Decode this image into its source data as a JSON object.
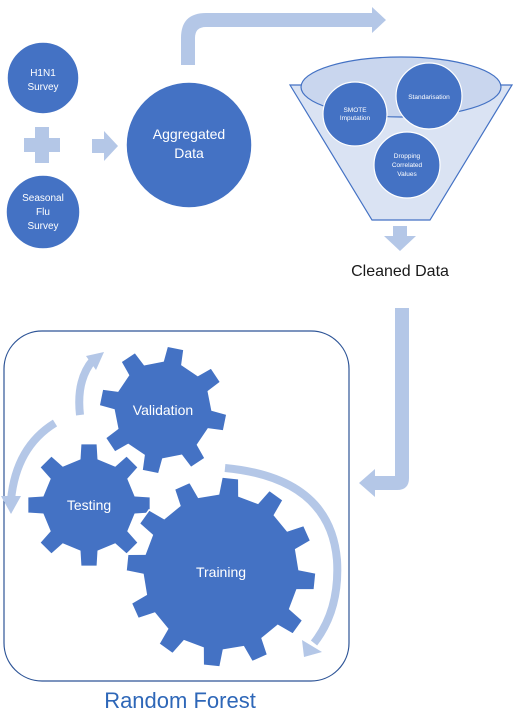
{
  "diagram": {
    "sources": {
      "h1n1": [
        "H1N1",
        "Survey"
      ],
      "seasonal": [
        "Seasonal",
        "Flu",
        "Survey"
      ]
    },
    "aggregated": [
      "Aggregated",
      "Data"
    ],
    "funnel": {
      "smote": [
        "SMOTE",
        "Imputation"
      ],
      "standardisation": "Standarisation",
      "dropping": [
        "Dropping",
        "Correlated",
        "Values"
      ]
    },
    "cleaned": "Cleaned Data",
    "model": {
      "validation": "Validation",
      "testing": "Testing",
      "training": "Training",
      "title": "Random Forest"
    },
    "colors": {
      "primary": "#4472c4",
      "primary_stroke": "#ffffff",
      "arrow": "#b4c7e7",
      "funnel_fill": "#dae3f3",
      "funnel_stroke": "#4472c4",
      "caption": "#2e67b8"
    }
  }
}
